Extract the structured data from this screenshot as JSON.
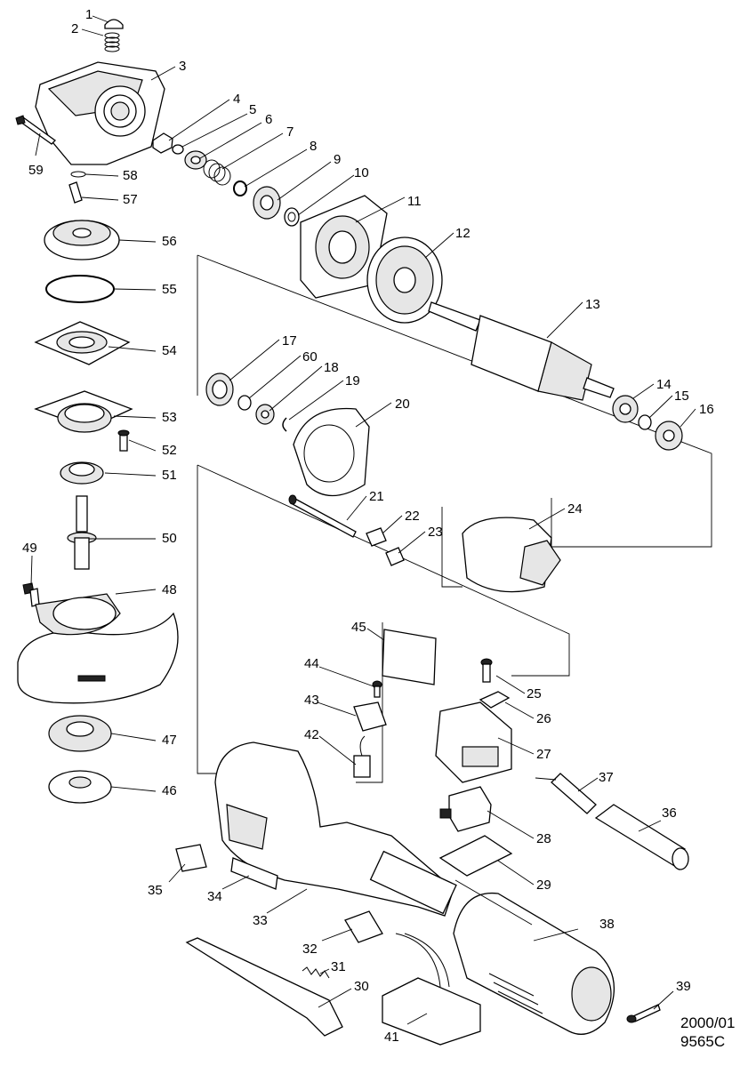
{
  "footer": {
    "date": "2000/01",
    "model": "9565C"
  },
  "parts": [
    "1",
    "2",
    "3",
    "4",
    "5",
    "6",
    "7",
    "8",
    "9",
    "10",
    "11",
    "12",
    "13",
    "14",
    "15",
    "16",
    "17",
    "18",
    "19",
    "20",
    "21",
    "22",
    "23",
    "24",
    "25",
    "26",
    "27",
    "28",
    "29",
    "30",
    "31",
    "32",
    "33",
    "34",
    "35",
    "36",
    "37",
    "38",
    "39",
    "41",
    "42",
    "43",
    "44",
    "45",
    "46",
    "47",
    "48",
    "49",
    "50",
    "51",
    "52",
    "53",
    "54",
    "55",
    "56",
    "57",
    "58",
    "59",
    "60"
  ]
}
